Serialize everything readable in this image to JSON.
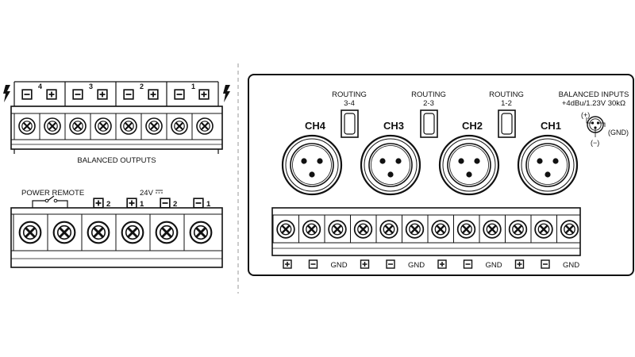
{
  "left_panel": {
    "outputs": {
      "title": "BALANCED OUTPUTS",
      "channels": [
        "4",
        "3",
        "2",
        "1"
      ]
    },
    "power": {
      "remote_label": "POWER REMOTE",
      "voltage_label": "24V",
      "terminals": [
        "2",
        "1",
        "2",
        "1"
      ]
    }
  },
  "right_panel": {
    "inputs_header": {
      "title": "BALANCED INPUTS",
      "spec": "+4dBu/1.23V 30kΩ"
    },
    "pin_legend": {
      "plus": "(+)",
      "minus": "(−)",
      "gnd": "(GND)"
    },
    "routing": [
      {
        "label": "ROUTING",
        "sub": "3-4"
      },
      {
        "label": "ROUTING",
        "sub": "2-3"
      },
      {
        "label": "ROUTING",
        "sub": "1-2"
      }
    ],
    "channels": [
      "CH4",
      "CH3",
      "CH2",
      "CH1"
    ],
    "terminal_labels": [
      "⊞",
      "⊟",
      "GND",
      "⊞",
      "⊟",
      "GND",
      "⊞",
      "⊟",
      "GND",
      "⊞",
      "⊟",
      "GND"
    ]
  },
  "colors": {
    "ink": "#111111",
    "dash": "#9a9a9a",
    "background": "#ffffff"
  }
}
